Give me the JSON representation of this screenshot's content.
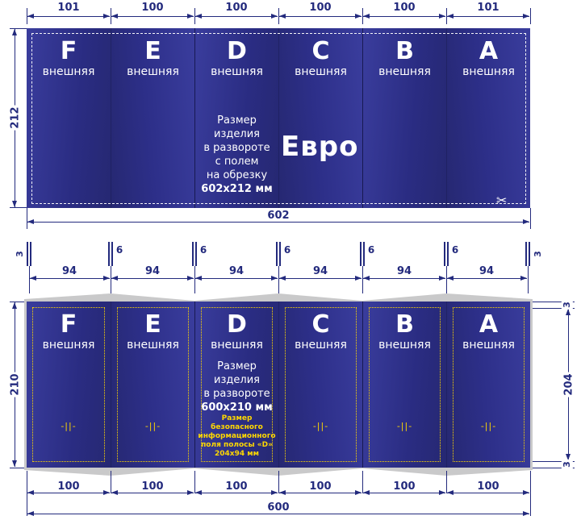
{
  "colors": {
    "panel_blue": "#2e3189",
    "dim_navy": "#232a7d",
    "accent_yellow": "#ffd800",
    "bleed_gray": "#c9c9ca"
  },
  "top": {
    "width_dims": [
      "101",
      "100",
      "100",
      "100",
      "100",
      "101"
    ],
    "height_dim": "212",
    "total_width_dim": "602",
    "panels": [
      {
        "letter": "F",
        "side": "внешняя"
      },
      {
        "letter": "E",
        "side": "внешняя"
      },
      {
        "letter": "D",
        "side": "внешняя"
      },
      {
        "letter": "C",
        "side": "внешняя"
      },
      {
        "letter": "B",
        "side": "внешняя"
      },
      {
        "letter": "A",
        "side": "внешняя"
      }
    ],
    "size_note_lines": [
      "Размер изделия",
      "в развороте",
      "с полем",
      "на обрезку"
    ],
    "size_note_bold": "602х212 мм",
    "fold_name": "Евро",
    "scissors_icon": "✂"
  },
  "bottom": {
    "bleed_left_dim": "3",
    "bleed_right_dim": "3",
    "panel_width_dims": [
      "94",
      "94",
      "94",
      "94",
      "94",
      "94"
    ],
    "fold_gap_dims": [
      "6",
      "6",
      "6",
      "6",
      "6"
    ],
    "height_dim": "210",
    "safe_top_dim": "3",
    "safe_height_dim": "204",
    "safe_bottom_dim": "3",
    "panel_bottom_dims": [
      "100",
      "100",
      "100",
      "100",
      "100",
      "100"
    ],
    "total_width_dim": "600",
    "panels": [
      {
        "letter": "F",
        "side": "внешняя"
      },
      {
        "letter": "E",
        "side": "внешняя"
      },
      {
        "letter": "D",
        "side": "внешняя"
      },
      {
        "letter": "C",
        "side": "внешняя"
      },
      {
        "letter": "B",
        "side": "внешняя"
      },
      {
        "letter": "A",
        "side": "внешняя"
      }
    ],
    "size_note_lines": [
      "Размер",
      "изделия",
      "в развороте"
    ],
    "size_note_bold": "600х210 мм",
    "safe_note_lines": [
      "Размер",
      "безопасного",
      "информационного",
      "поля полосы «D»"
    ],
    "safe_note_bold": "204х94 мм",
    "fold_mark_glyph": "-||-"
  }
}
